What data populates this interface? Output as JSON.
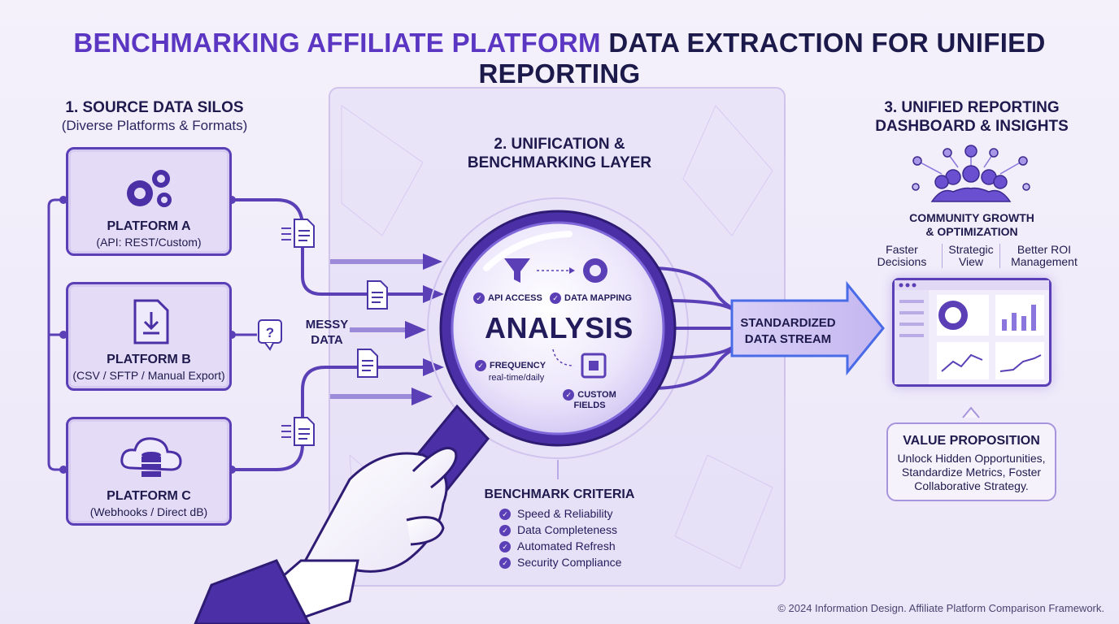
{
  "title": {
    "part1": "BENCHMARKING AFFILIATE PLATFORM",
    "part2": "DATA EXTRACTION FOR UNIFIED REPORTING"
  },
  "sources": {
    "heading": "1. SOURCE DATA SILOS",
    "subheading": "(Diverse Platforms & Formats)",
    "platforms": [
      {
        "name": "PLATFORM A",
        "desc": "(API: REST/Custom)",
        "icon": "gears-icon"
      },
      {
        "name": "PLATFORM B",
        "desc": "(CSV / SFTP / Manual Export)",
        "icon": "download-file-icon"
      },
      {
        "name": "PLATFORM C",
        "desc": "(Webhooks / Direct dB)",
        "icon": "cloud-database-icon"
      }
    ],
    "messy_label_1": "MESSY",
    "messy_label_2": "DATA"
  },
  "unification": {
    "heading_1": "2. UNIFICATION &",
    "heading_2": "BENCHMARKING LAYER",
    "lens_title": "ANALYSIS",
    "api_access": "API ACCESS",
    "data_mapping": "DATA MAPPING",
    "frequency": "FREQUENCY",
    "frequency_sub": "real-time/daily",
    "custom_fields_1": "CUSTOM",
    "custom_fields_2": "FIELDS",
    "stream_label_1": "STANDARDIZED",
    "stream_label_2": "DATA STREAM",
    "criteria_heading": "BENCHMARK CRITERIA",
    "criteria": [
      "Speed & Reliability",
      "Data Completeness",
      "Automated Refresh",
      "Security Compliance"
    ]
  },
  "reporting": {
    "heading_1": "3. UNIFIED REPORTING",
    "heading_2": "DASHBOARD & INSIGHTS",
    "community_1": "COMMUNITY GROWTH",
    "community_2": "& OPTIMIZATION",
    "benefits": [
      {
        "line1": "Faster",
        "line2": "Decisions"
      },
      {
        "line1": "Strategic",
        "line2": "View"
      },
      {
        "line1": "Better ROI",
        "line2": "Management"
      }
    ],
    "value_heading": "VALUE PROPOSITION",
    "value_lines": [
      "Unlock Hidden Opportunities,",
      "Standardize Metrics, Foster",
      "Collaborative Strategy."
    ]
  },
  "footer": "© 2024 Information Design. Affiliate Platform Comparison Framework.",
  "colors": {
    "accent": "#5a36c2",
    "dark": "#1c1a4a",
    "panel": "#e4dcf6",
    "line": "#5a3fb6"
  }
}
